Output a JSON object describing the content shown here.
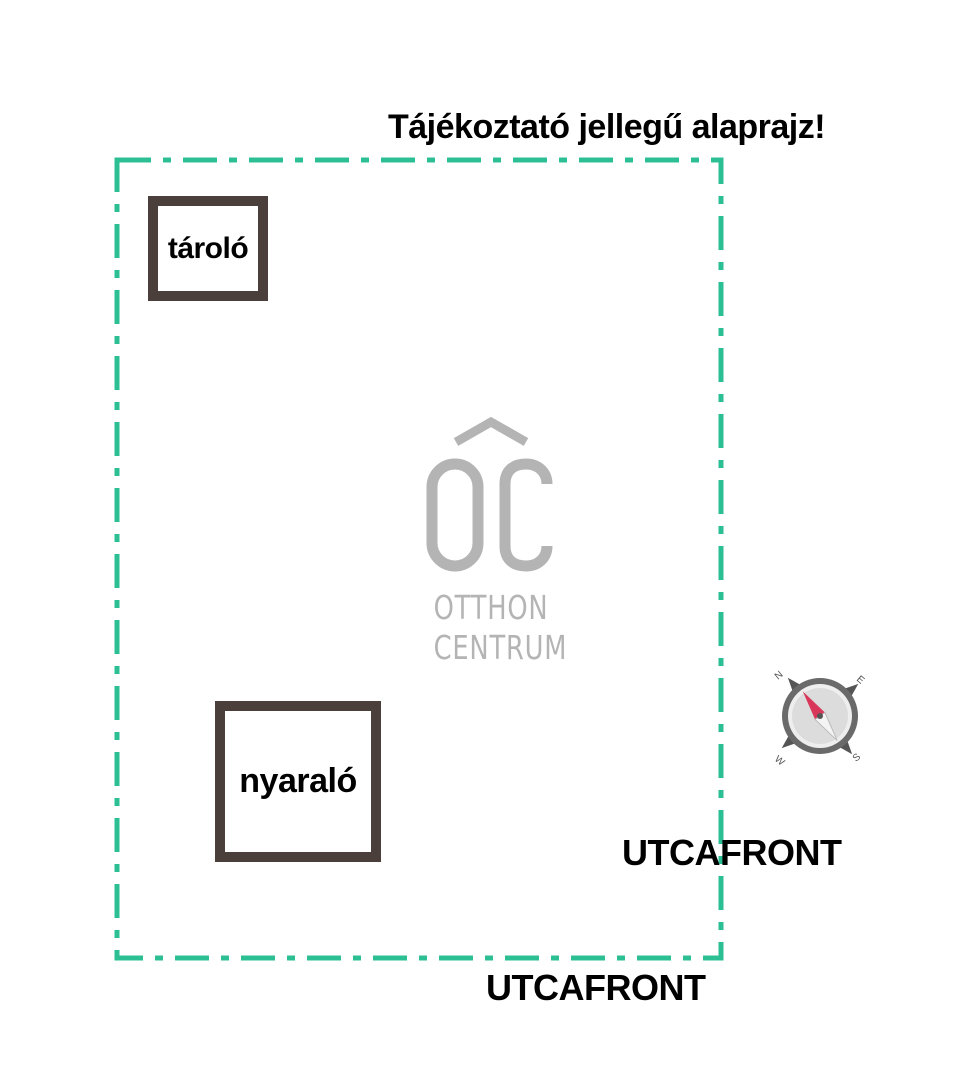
{
  "title": "Tájékoztató jellegű alaprajz!",
  "rooms": {
    "storage": "tároló",
    "house": "nyaraló"
  },
  "street_labels": {
    "right": "UTCAFRONT",
    "bottom": "UTCAFRONT"
  },
  "logo": {
    "monogram": "OC",
    "line1": "OTTHON",
    "line2": "CENTRUM"
  },
  "compass": {
    "n": "N",
    "e": "E",
    "s": "S",
    "w": "W"
  },
  "colors": {
    "boundary": "#2dbf94",
    "room_border": "#4a3f3a",
    "logo_gray": "#b4b4b4",
    "compass_needle": "#d8375a"
  }
}
